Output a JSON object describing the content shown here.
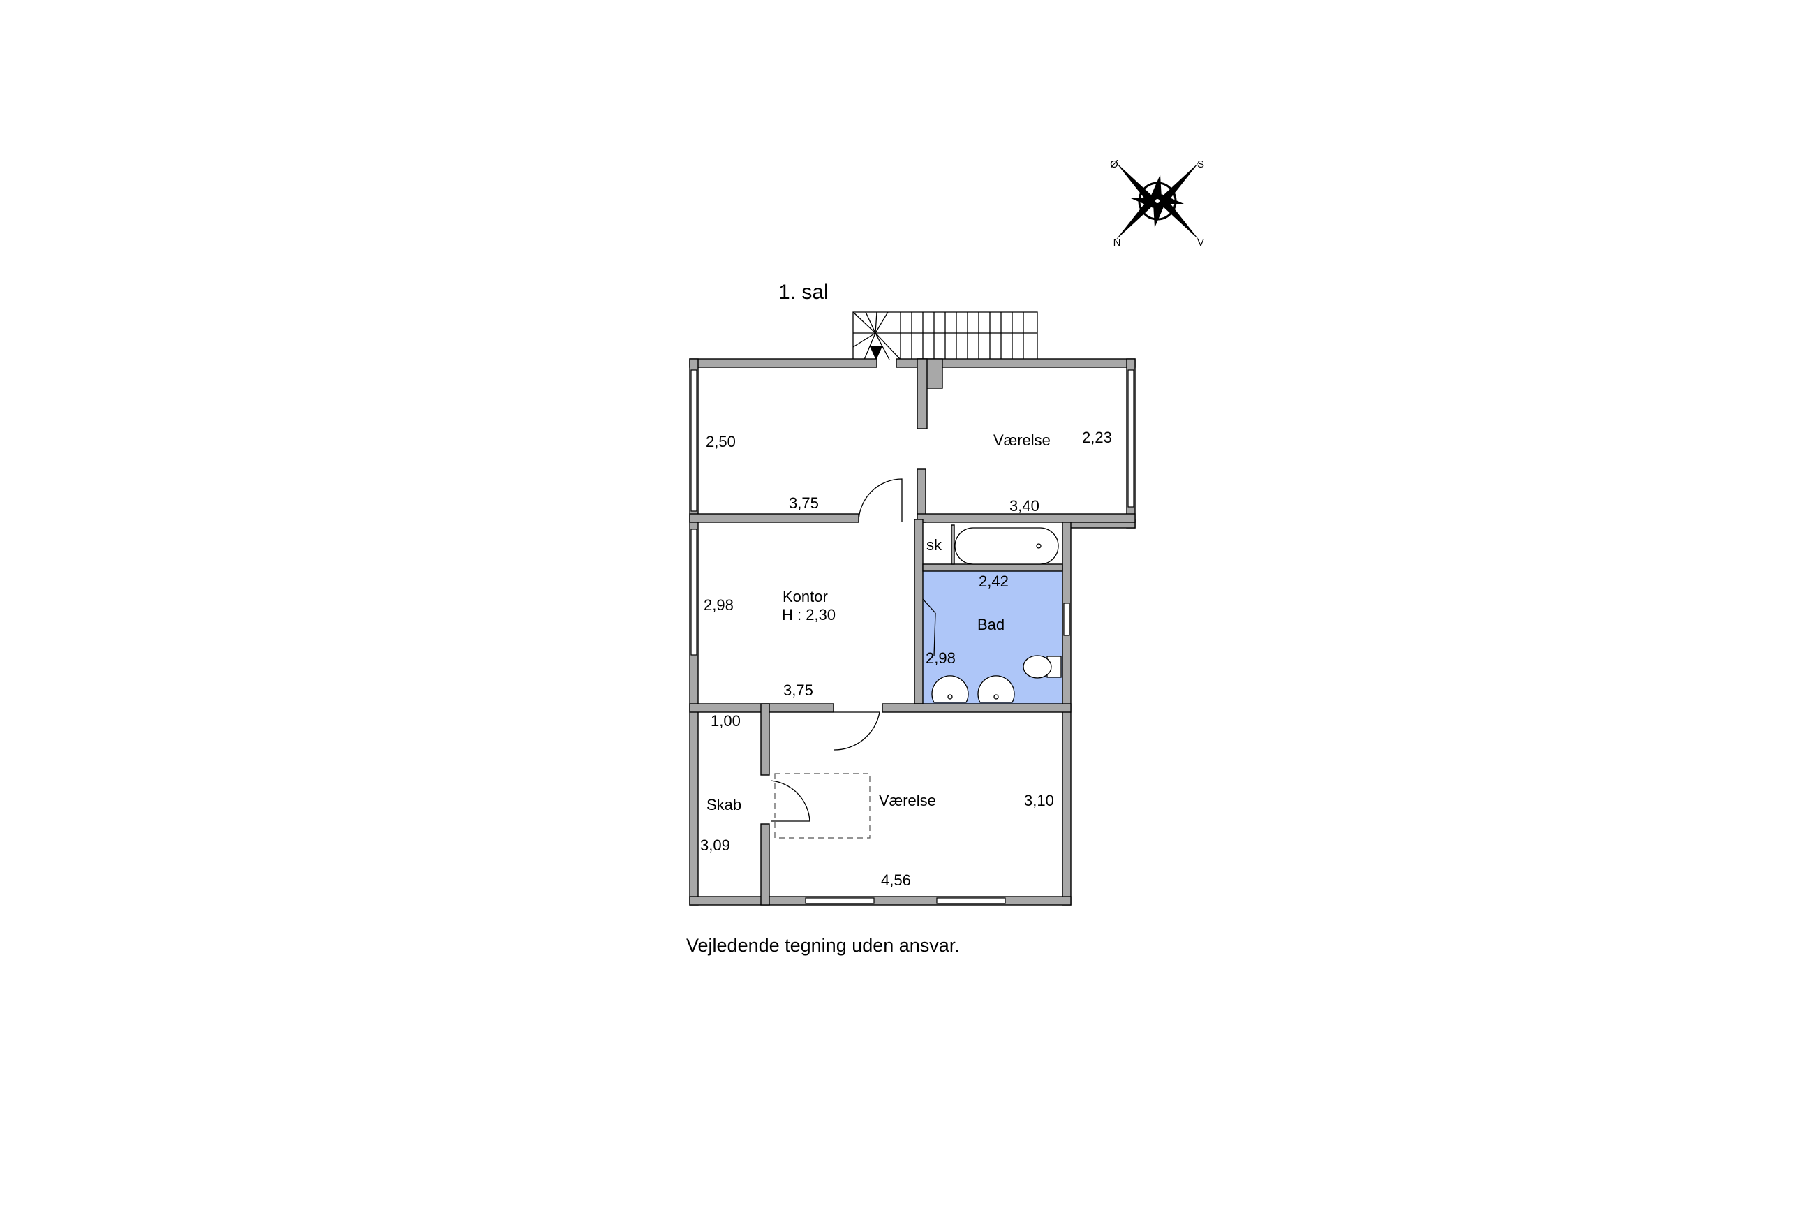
{
  "floor_label": "1. sal",
  "disclaimer": "Vejledende tegning uden ansvar.",
  "compass": {
    "n": "N",
    "s": "S",
    "e": "Ø",
    "w": "V"
  },
  "colors": {
    "wall": "#a8a8a8",
    "bathroom_floor": "#aec6f8",
    "outline": "#000000"
  },
  "rooms": {
    "hall_top_left": {
      "dim_width": "3,75",
      "dim_height": "2,50"
    },
    "vaerelse_top": {
      "name": "Værelse",
      "dim_width": "3,40",
      "dim_height": "2,23"
    },
    "kontor": {
      "name": "Kontor",
      "ceiling": "H : 2,30",
      "dim_width": "3,75",
      "dim_height": "2,98"
    },
    "bad": {
      "name": "Bad",
      "dim_width": "2,42",
      "dim_height": "2,98",
      "cupboard": "sk"
    },
    "skab": {
      "name": "Skab",
      "dim_width": "1,00",
      "dim_height": "3,09"
    },
    "vaerelse_bottom": {
      "name": "Værelse",
      "dim_width": "4,56",
      "dim_height": "3,10"
    }
  }
}
